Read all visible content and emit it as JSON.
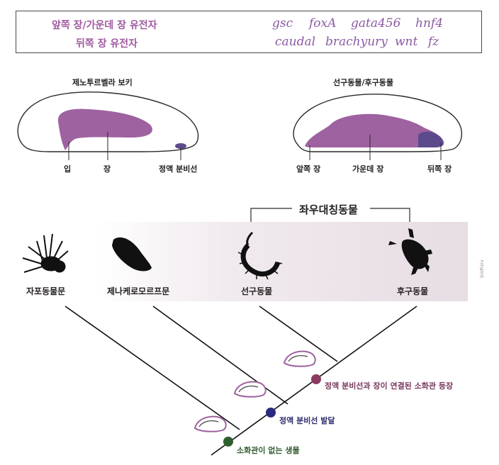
{
  "legend": {
    "anterior_label": "앞쪽 장/가운데 장 유전자",
    "posterior_label": "뒤쪽 장 유전자",
    "anterior_genes": [
      "gsc",
      "foxA",
      "gata456",
      "hnf4"
    ],
    "posterior_genes": [
      "caudal",
      "brachyury",
      "wnt",
      "fz"
    ]
  },
  "xenoturbella_panel": {
    "title": "제노투르벨라 보키",
    "labels": [
      "입",
      "장",
      "정액 분비선"
    ]
  },
  "proto_deutero_panel": {
    "title": "선구동물/후구동물",
    "labels": [
      "앞쪽 장",
      "가운데 장",
      "뒤쪽 장"
    ]
  },
  "bilateria_label": "좌우대칭동물",
  "animals": [
    "자포동물문",
    "제나케로모르프문",
    "선구동물",
    "후구동물"
  ],
  "events": [
    "정액 분비선과 장이 연결된 소화관 등장",
    "정액 분비선 발달",
    "소화관이 없는 생물"
  ],
  "watermark": "bioRxiv",
  "colors": {
    "gut_purple": "#9e62a0",
    "gland_blue": "#5c4b8c",
    "event1": "#8b3a62",
    "event2": "#2a2a7e",
    "event3": "#2e5e2e"
  }
}
